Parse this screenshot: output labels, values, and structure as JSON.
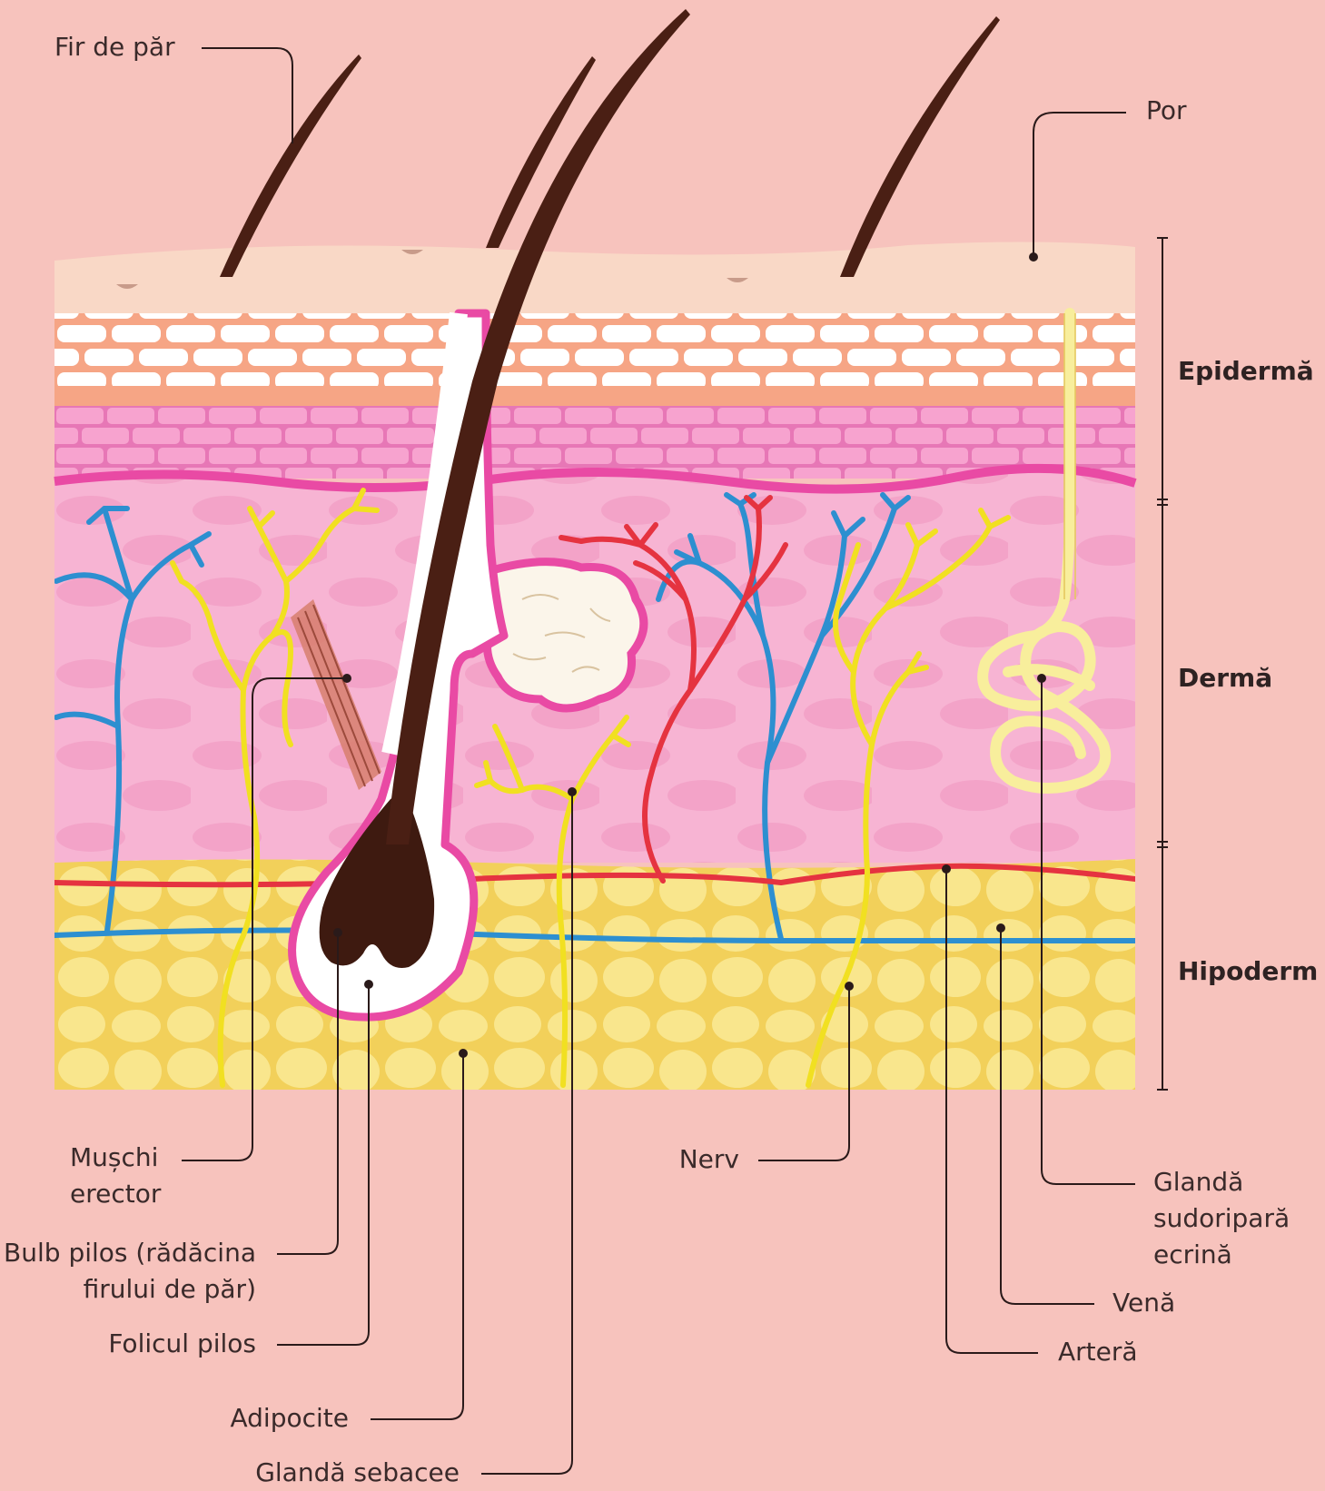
{
  "colors": {
    "background": "#f7c3bd",
    "epidermis_surface": "#f9d8c6",
    "stratum_white": "#ffffff",
    "stratum_orange": "#f6a585",
    "stratum_pink": "#f29bc8",
    "dermis": "#f7b4d3",
    "hypodermis": "#f7e48a",
    "hair": "#4a1f14",
    "follicle": "#e94aa4",
    "artery": "#e53340",
    "vein": "#2d8fd0",
    "nerve": "#f1e021",
    "sweat_gland": "#f8ee9c",
    "muscle": "#c8695a"
  },
  "labels": {
    "hair_shaft": "Fir de păr",
    "pore": "Por",
    "muscle_line1": "Mușchi",
    "muscle_line2": "erector",
    "bulb_line1": "Bulb pilos (rădăcina",
    "bulb_line2": "firului de păr)",
    "follicle": "Folicul pilos",
    "adipocytes": "Adipocite",
    "sebaceous": "Glandă sebacee",
    "nerve": "Nerv",
    "sweat_line1": "Glandă",
    "sweat_line2": "sudoripară",
    "sweat_line3": "ecrină",
    "vein": "Venă",
    "artery": "Arteră"
  },
  "layers": {
    "epidermis": "Epidermă",
    "dermis": "Dermă",
    "hypodermis": "Hipoderm"
  }
}
